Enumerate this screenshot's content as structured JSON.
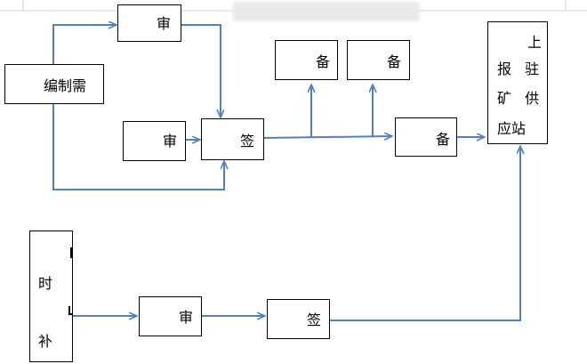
{
  "colors": {
    "arrow": "#4f81bd",
    "border": "#000000",
    "background": "#ffffff"
  },
  "boxes": {
    "compile": "编制需",
    "review_top": "审",
    "review_mid": "审",
    "sign_mid": "签",
    "file_a": "备",
    "file_b": "备",
    "file_c": "备",
    "report": {
      "line1": "上",
      "line2": "报 驻",
      "line3": "矿 供",
      "line4": "应站"
    },
    "supplement": {
      "line1": "时",
      "line2": "补"
    },
    "review_bottom": "审",
    "sign_bottom": "签"
  },
  "icons": {
    "arrowhead": "arrowhead-icon"
  }
}
